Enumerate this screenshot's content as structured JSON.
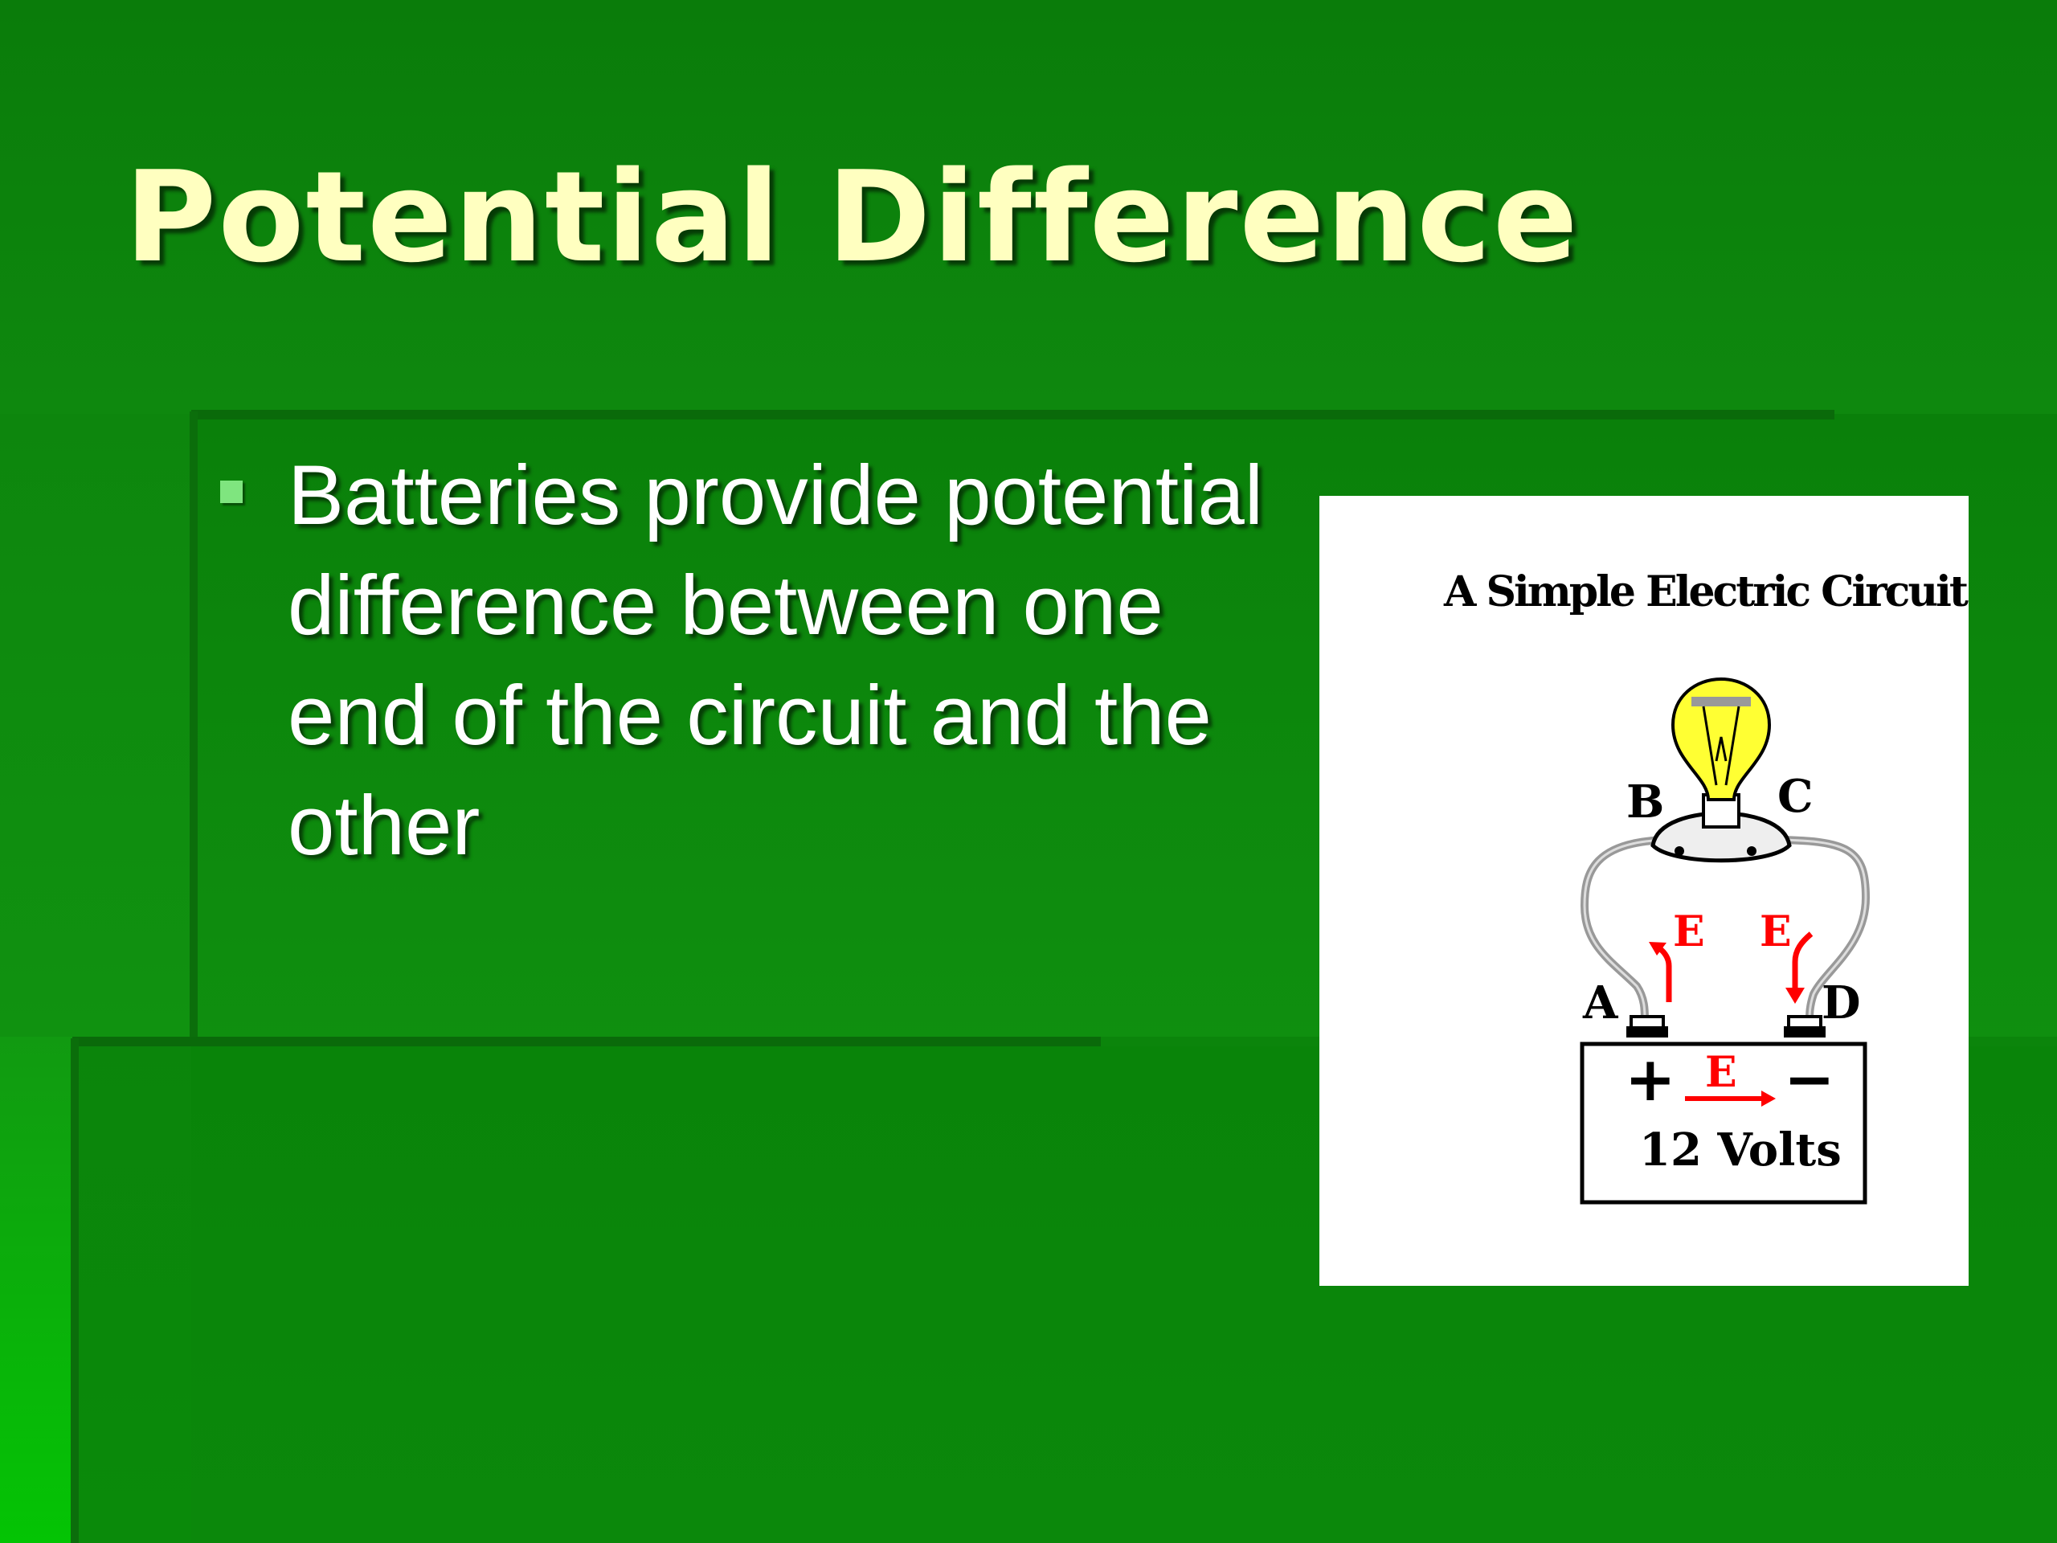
{
  "slide": {
    "title": "Potential Difference",
    "bullets": [
      {
        "text": "Batteries provide potential difference between one end of the circuit and the other"
      }
    ]
  },
  "figure": {
    "title": "A Simple Electric Circuit",
    "point_labels": {
      "a": "A",
      "b": "B",
      "c": "C",
      "d": "D"
    },
    "field_label": "E",
    "plus_sign": "+",
    "minus_sign": "−",
    "battery_label": "12 Volts"
  },
  "colors": {
    "title": "#ffffc0",
    "bullet_text": "#ffffff",
    "bullet_marker": "#7fe57f",
    "field_arrows": "#ff0000",
    "bulb": "#ffff33"
  }
}
